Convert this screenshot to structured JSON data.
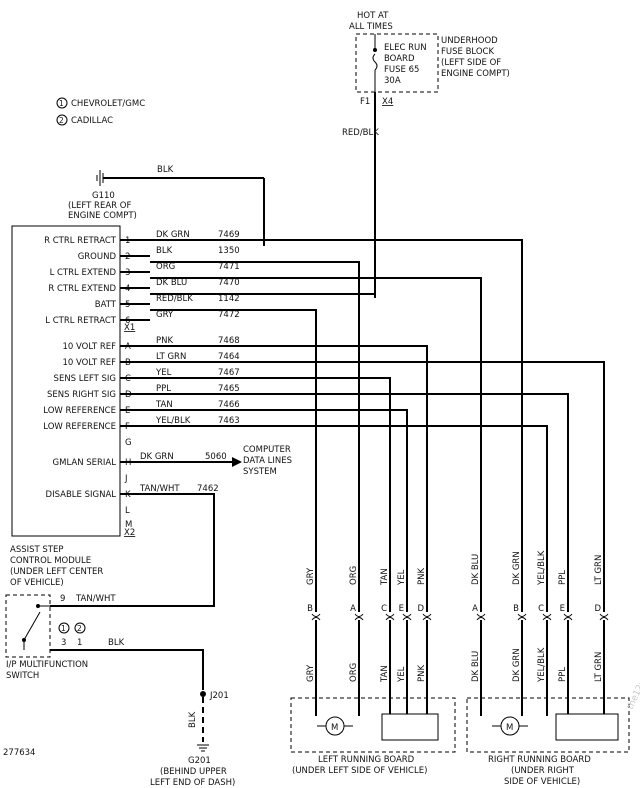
{
  "figure_id": "277634",
  "legend": {
    "item1": {
      "num": "1",
      "label": "CHEVROLET/GMC"
    },
    "item2": {
      "num": "2",
      "label": "CADILLAC"
    }
  },
  "power": {
    "hot_label": [
      "HOT AT",
      "ALL TIMES"
    ],
    "fuse_block": [
      "UNDERHOOD",
      "FUSE BLOCK",
      "(LEFT SIDE OF",
      "ENGINE COMPT)"
    ],
    "fuse": [
      "ELEC RUN",
      "BOARD",
      "FUSE 65",
      "30A"
    ],
    "conn_left": "F1",
    "conn_right": "X4",
    "wire": "RED/BLK"
  },
  "ground_top": {
    "wire": "BLK",
    "name": "G110",
    "location": [
      "(LEFT REAR OF",
      "ENGINE COMPT)"
    ]
  },
  "module": {
    "name": [
      "ASSIST STEP",
      "CONTROL MODULE",
      "(UNDER LEFT CENTER",
      "OF VEHICLE)"
    ],
    "conn1": "X1",
    "conn2": "X2",
    "pins_x1": [
      {
        "label": "R CTRL RETRACT",
        "pin": "1",
        "color": "DK GRN",
        "circuit": "7469"
      },
      {
        "label": "GROUND",
        "pin": "2",
        "color": "BLK",
        "circuit": "1350"
      },
      {
        "label": "L CTRL EXTEND",
        "pin": "3",
        "color": "ORG",
        "circuit": "7471"
      },
      {
        "label": "R CTRL EXTEND",
        "pin": "4",
        "color": "DK BLU",
        "circuit": "7470"
      },
      {
        "label": "BATT",
        "pin": "5",
        "color": "RED/BLK",
        "circuit": "1142"
      },
      {
        "label": "L CTRL RETRACT",
        "pin": "6",
        "color": "GRY",
        "circuit": "7472"
      }
    ],
    "pins_x2": [
      {
        "label": "10 VOLT REF",
        "pin": "A",
        "color": "PNK",
        "circuit": "7468"
      },
      {
        "label": "10 VOLT REF",
        "pin": "B",
        "color": "LT GRN",
        "circuit": "7464"
      },
      {
        "label": "SENS LEFT SIG",
        "pin": "C",
        "color": "YEL",
        "circuit": "7467"
      },
      {
        "label": "SENS RIGHT SIG",
        "pin": "D",
        "color": "PPL",
        "circuit": "7465"
      },
      {
        "label": "LOW REFERENCE",
        "pin": "E",
        "color": "TAN",
        "circuit": "7466"
      },
      {
        "label": "LOW REFERENCE",
        "pin": "F",
        "color": "YEL/BLK",
        "circuit": "7463"
      },
      {
        "label": "",
        "pin": "G",
        "color": "",
        "circuit": ""
      },
      {
        "label": "GMLAN SERIAL",
        "pin": "H",
        "color": "DK GRN",
        "circuit": "5060"
      },
      {
        "label": "",
        "pin": "J",
        "color": "",
        "circuit": ""
      },
      {
        "label": "DISABLE SIGNAL",
        "pin": "K",
        "color": "TAN/WHT",
        "circuit": "7462"
      },
      {
        "label": "",
        "pin": "L",
        "color": "",
        "circuit": ""
      },
      {
        "label": "",
        "pin": "M",
        "color": "",
        "circuit": ""
      }
    ]
  },
  "data_lines": [
    "COMPUTER",
    "DATA LINES",
    "SYSTEM"
  ],
  "switch": {
    "name": [
      "I/P MULTIFUNCTION",
      "SWITCH"
    ],
    "pin_top": "9",
    "wire_top": "TAN/WHT",
    "variant1": "1",
    "variant2": "2",
    "pin_b1": "3",
    "pin_b2": "1",
    "wire_bottom": "BLK"
  },
  "splice": {
    "name": "J201",
    "wire": "BLK"
  },
  "ground_bottom": {
    "name": "G201",
    "location": [
      "(BEHIND UPPER",
      "LEFT END OF DASH)"
    ]
  },
  "left_board": {
    "name": [
      "LEFT RUNNING BOARD",
      "(UNDER LEFT SIDE OF VEHICLE)"
    ],
    "wires": [
      {
        "color": "GRY",
        "pin": "B"
      },
      {
        "color": "ORG",
        "pin": "A"
      },
      {
        "color": "TAN",
        "pin": "C"
      },
      {
        "color": "YEL",
        "pin": "E"
      },
      {
        "color": "PNK",
        "pin": "D"
      }
    ],
    "motor": "M"
  },
  "right_board": {
    "name": [
      "RIGHT RUNNING BOARD",
      "(UNDER RIGHT",
      "SIDE OF VEHICLE)"
    ],
    "wires": [
      {
        "color": "DK BLU",
        "pin": "A"
      },
      {
        "color": "DK GRN",
        "pin": "B"
      },
      {
        "color": "YEL/BLK",
        "pin": "C"
      },
      {
        "color": "PPL",
        "pin": "E"
      },
      {
        "color": "LT GRN",
        "pin": "D"
      }
    ],
    "motor": "M"
  },
  "watermark": "the12volt.com"
}
